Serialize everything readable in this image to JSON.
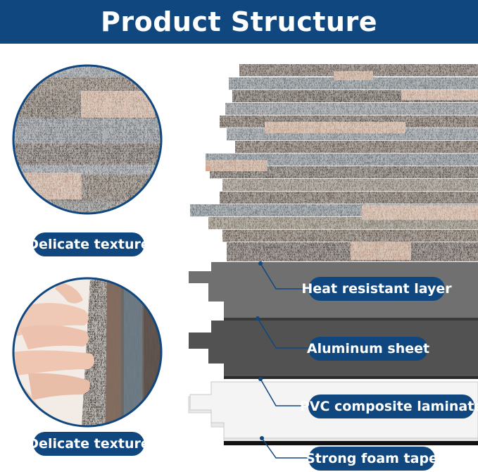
{
  "header": {
    "title": "Product Structure"
  },
  "callouts": {
    "texture_top": "Delicate texture",
    "texture_bottom": "Delicate texture",
    "layers": [
      {
        "label": "Heat resistant layer"
      },
      {
        "label": "Aluminum sheet"
      },
      {
        "label": "PVC composite laminate"
      },
      {
        "label": "Strong foam tape"
      }
    ]
  },
  "colors": {
    "brand_blue": "#11477f",
    "heat_layer": "#6d6d6d",
    "aluminum": "#505050",
    "pvc": "#e6e6e6",
    "foam": "#f6f6f6",
    "copper": "#d8ae95",
    "wood_dark": "#5a4a40",
    "wood_blue": "#6b7f8e"
  }
}
